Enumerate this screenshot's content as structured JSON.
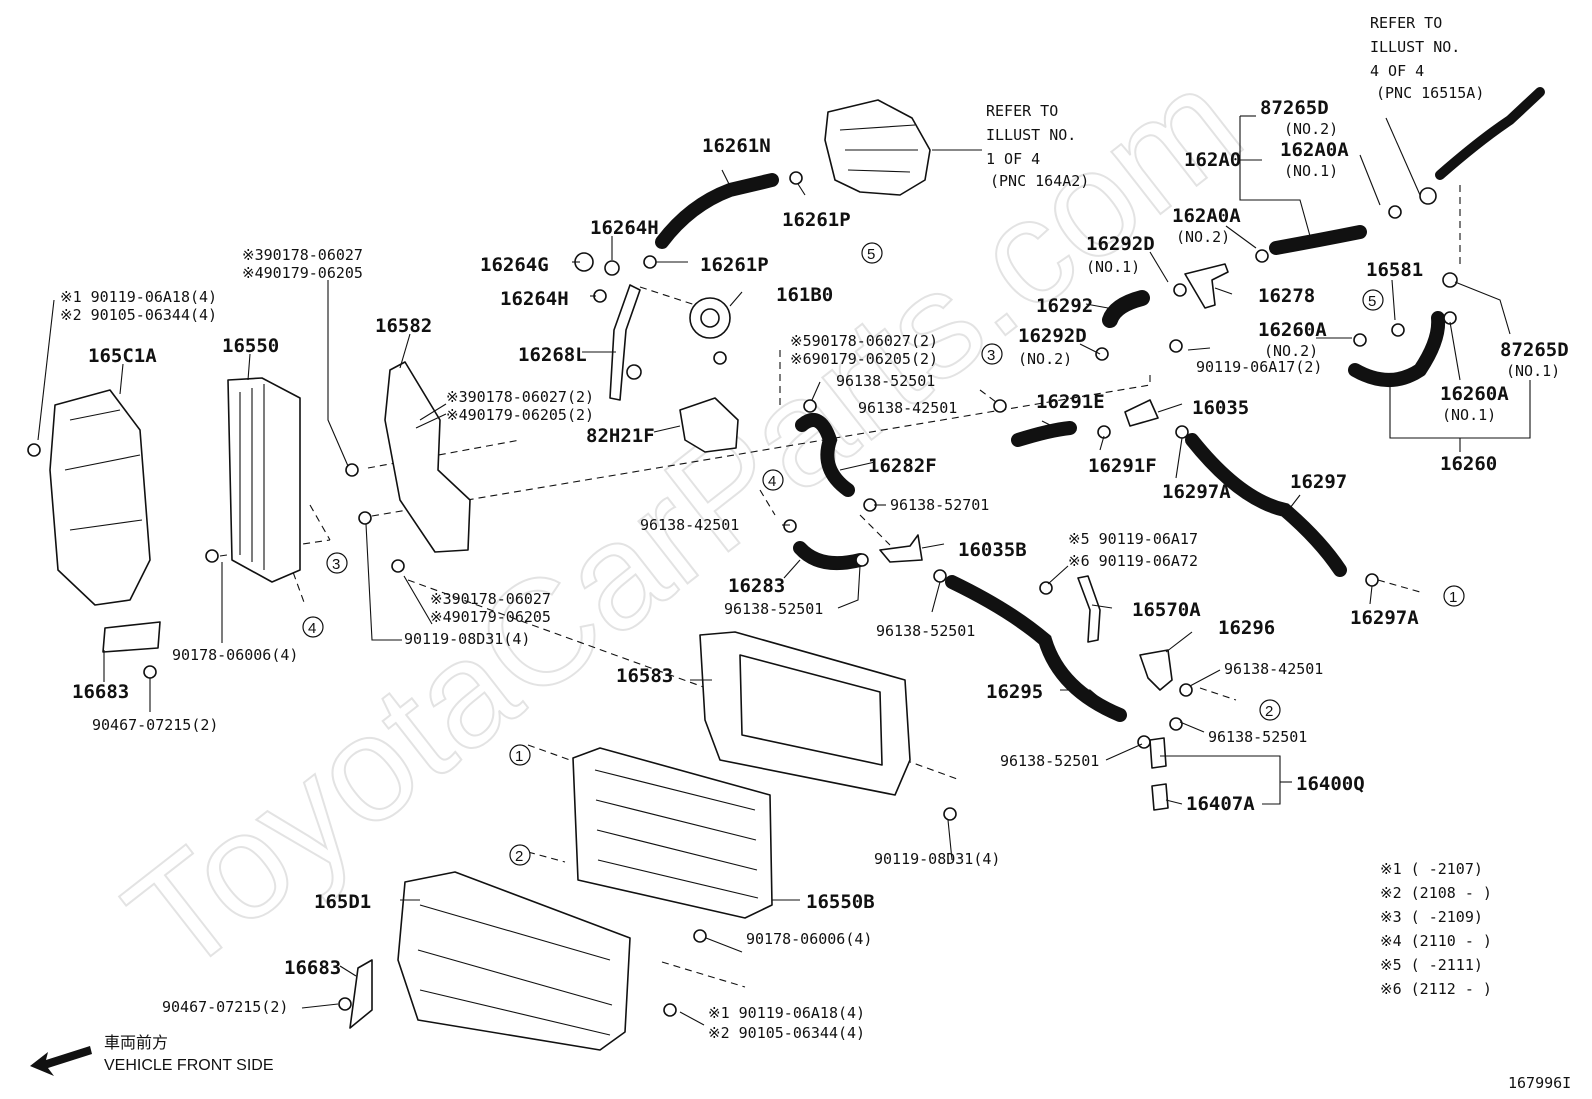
{
  "watermark": "ToyotaCarParts.com",
  "diagram_id": "167996I",
  "direction": {
    "jp": "車両前方",
    "en": "VEHICLE FRONT SIDE"
  },
  "refer_notes": {
    "top_right": [
      "REFER TO",
      "ILLUST NO.",
      "4 OF 4",
      "(PNC 16515A)"
    ],
    "top_center": [
      "REFER TO",
      "ILLUST NO.",
      "1 OF 4",
      "(PNC 164A2)"
    ]
  },
  "labels": {
    "l16261N": "16261N",
    "l16261P_a": "16261P",
    "l16261P_b": "16261P",
    "l16264H_a": "16264H",
    "l16264G": "16264G",
    "l16264H_b": "16264H",
    "l161B0": "161B0",
    "l16268L": "16268L",
    "l16582": "16582",
    "l165C1A": "165C1A",
    "l16550": "16550",
    "l82H21F": "82H21F",
    "l16282F": "16282F",
    "l16283": "16283",
    "l16035B": "16035B",
    "l16291E": "16291E",
    "l16291F": "16291F",
    "l16035": "16035",
    "l16297": "16297",
    "l16297A_a": "16297A",
    "l16297A_b": "16297A",
    "l16292": "16292",
    "l16292D_a": "16292D",
    "l16292D_b": "16292D",
    "l162A0": "162A0",
    "l162A0A_a": "162A0A",
    "l162A0A_b": "162A0A",
    "l87265D_a": "87265D",
    "l87265D_b": "87265D",
    "l16278": "16278",
    "l16581": "16581",
    "l16260A_a": "16260A",
    "l16260A_b": "16260A",
    "l16260": "16260",
    "l16570A": "16570A",
    "l16296": "16296",
    "l16295": "16295",
    "l16583": "16583",
    "l16400Q": "16400Q",
    "l16407A": "16407A",
    "l16550B": "16550B",
    "l165D1": "165D1",
    "l16683_a": "16683",
    "l16683_b": "16683"
  },
  "sublabels": {
    "no2_87265D": "(NO.2)",
    "no1_162A0A": "(NO.1)",
    "no2_162A0A": "(NO.2)",
    "no1_16292D": "(NO.1)",
    "no2_16292D": "(NO.2)",
    "no2_16260A": "(NO.2)",
    "no1_16260A": "(NO.1)",
    "no1_87265D": "(NO.1)"
  },
  "fasteners": {
    "f1": "※1 90119-06A18(4)",
    "f2": "※2 90105-06344(4)",
    "f3": "※390178-06027",
    "f4": "※490179-06205",
    "f5": "※390178-06027(2)",
    "f6": "※490179-06205(2)",
    "f7": "※590178-06027(2)",
    "f8": "※690179-06205(2)",
    "f9": "96138-52501",
    "f10": "96138-42501",
    "f11": "96138-52701",
    "f12": "96138-42501",
    "f13": "96138-52501",
    "f14": "96138-52501",
    "f15": "※390178-06027",
    "f16": "※490179-06205",
    "f17": "90119-08D31(4)",
    "f18": "90178-06006(4)",
    "f19": "90467-07215(2)",
    "f20": "90119-06A17(2)",
    "f21": "※5 90119-06A17",
    "f22": "※6 90119-06A72",
    "f23": "96138-42501",
    "f24": "96138-52501",
    "f25": "96138-52501",
    "f26": "90119-08D31(4)",
    "f27": "90178-06006(4)",
    "f28": "90467-07215(2)",
    "f29": "※1 90119-06A18(4)",
    "f30": "※2 90105-06344(4)"
  },
  "refs": [
    "1",
    "2",
    "3",
    "4",
    "5"
  ],
  "legend": [
    "※1 (      -2107)",
    "※2 (2108 -      )",
    "※3 (      -2109)",
    "※4 (2110 -      )",
    "※5 (      -2111)",
    "※6 (2112 -      )"
  ]
}
